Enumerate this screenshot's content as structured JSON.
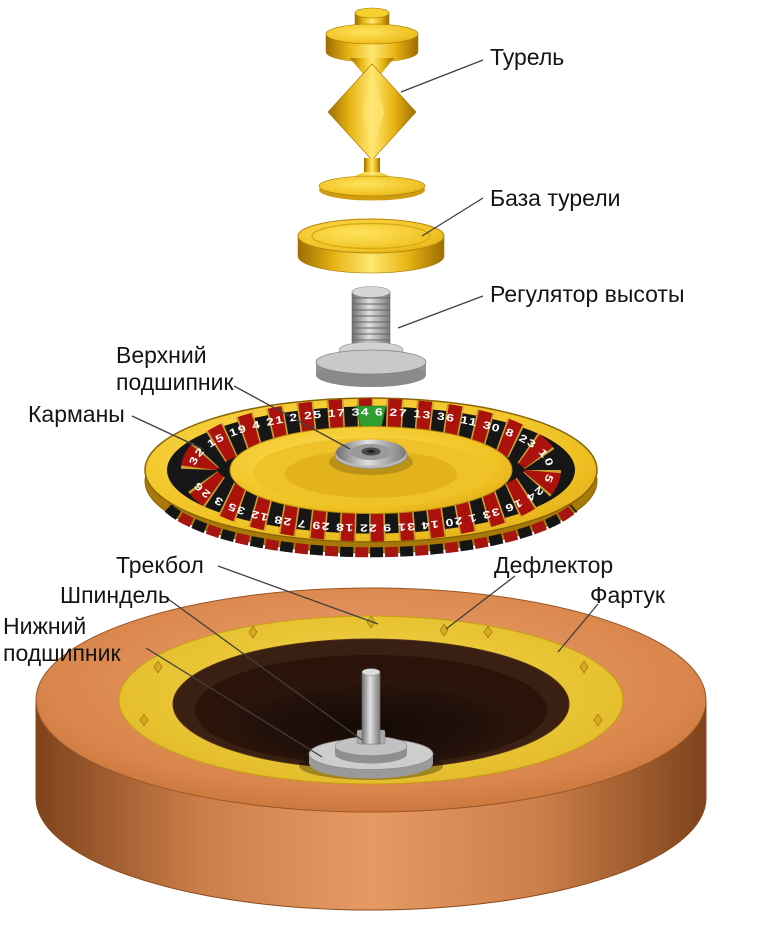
{
  "diagram": {
    "type": "exploded-roulette-wheel",
    "labels": {
      "turret": "Турель",
      "turret_base": "База турели",
      "height_regulator": "Регулятор высоты",
      "upper_bearing": "Верхний\nподшипник",
      "pockets": "Карманы",
      "trackball": "Трекбол",
      "spindle": "Шпиндель",
      "lower_bearing": "Нижний\nподшипник",
      "deflector": "Дефлектор",
      "apron": "Фартук"
    },
    "wheel_numbers": "32 15 19 4 21 2 25 17 34 6 27 13 36 11 30 8 23 10 5 24 16 33 1 20 14 31 9 22 18 29 7 28 12 35 3 26",
    "colors": {
      "gold": "#f0c224",
      "copper": "#cd7f4a",
      "pocket_red": "#ab120c",
      "pocket_black": "#161616",
      "zero_green": "#2e9e33",
      "metal_gray": "#b5b5b5"
    }
  }
}
